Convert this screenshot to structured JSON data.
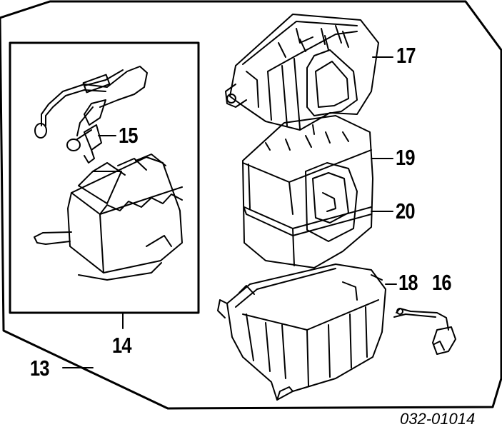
{
  "diagram": {
    "callouts": [
      {
        "id": "13",
        "label": "13"
      },
      {
        "id": "14",
        "label": "14"
      },
      {
        "id": "15",
        "label": "15"
      },
      {
        "id": "16",
        "label": "16"
      },
      {
        "id": "17",
        "label": "17"
      },
      {
        "id": "18",
        "label": "18"
      },
      {
        "id": "19",
        "label": "19"
      },
      {
        "id": "20",
        "label": "20"
      }
    ],
    "part_code": "032-01014",
    "parts": [
      "heater-case-upper",
      "blower-housing",
      "housing-seal",
      "heater-case-lower",
      "heater-core-inset",
      "heater-valve",
      "thermo-sensor"
    ]
  },
  "colors": {
    "ink": "#000000",
    "paper": "#ffffff"
  }
}
